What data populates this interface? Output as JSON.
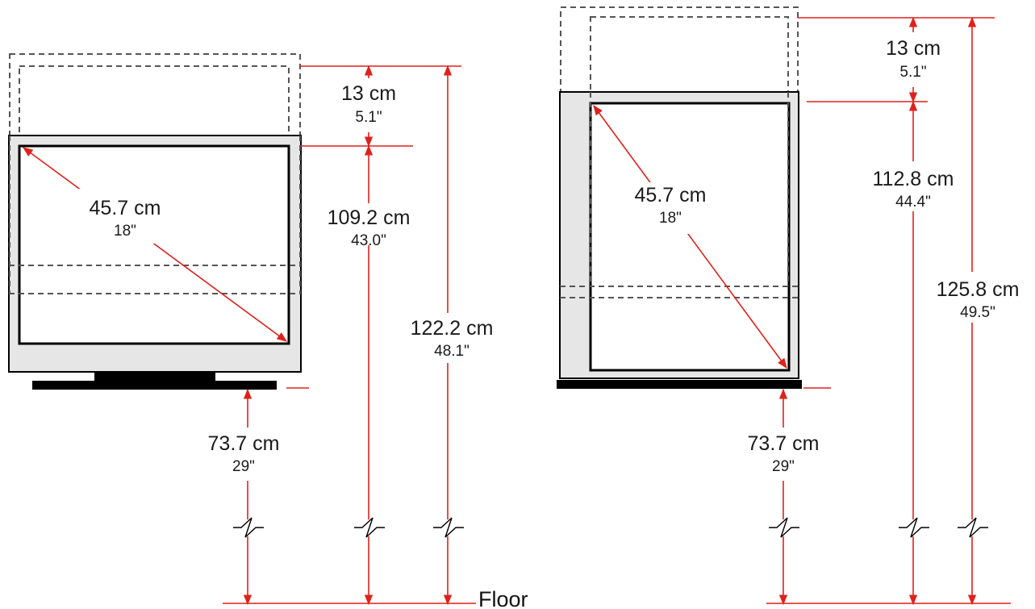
{
  "colors": {
    "dimension": "#e0211b",
    "monitor_bezel": "#e6e6e6",
    "outline": "#000000",
    "dashed": "#555555"
  },
  "landscape": {
    "diagonal_cm": "45.7 cm",
    "diagonal_in": "18\"",
    "raise_cm": "13 cm",
    "raise_in": "5.1\"",
    "top_low_cm": "109.2 cm",
    "top_low_in": "43.0\"",
    "top_high_cm": "122.2 cm",
    "top_high_in": "48.1\"",
    "desk_cm": "73.7 cm",
    "desk_in": "29\""
  },
  "portrait": {
    "diagonal_cm": "45.7 cm",
    "diagonal_in": "18\"",
    "raise_cm": "13 cm",
    "raise_in": "5.1\"",
    "top_low_cm": "112.8 cm",
    "top_low_in": "44.4\"",
    "top_high_cm": "125.8 cm",
    "top_high_in": "49.5\"",
    "desk_cm": "73.7 cm",
    "desk_in": "29\""
  },
  "floor_label": "Floor"
}
